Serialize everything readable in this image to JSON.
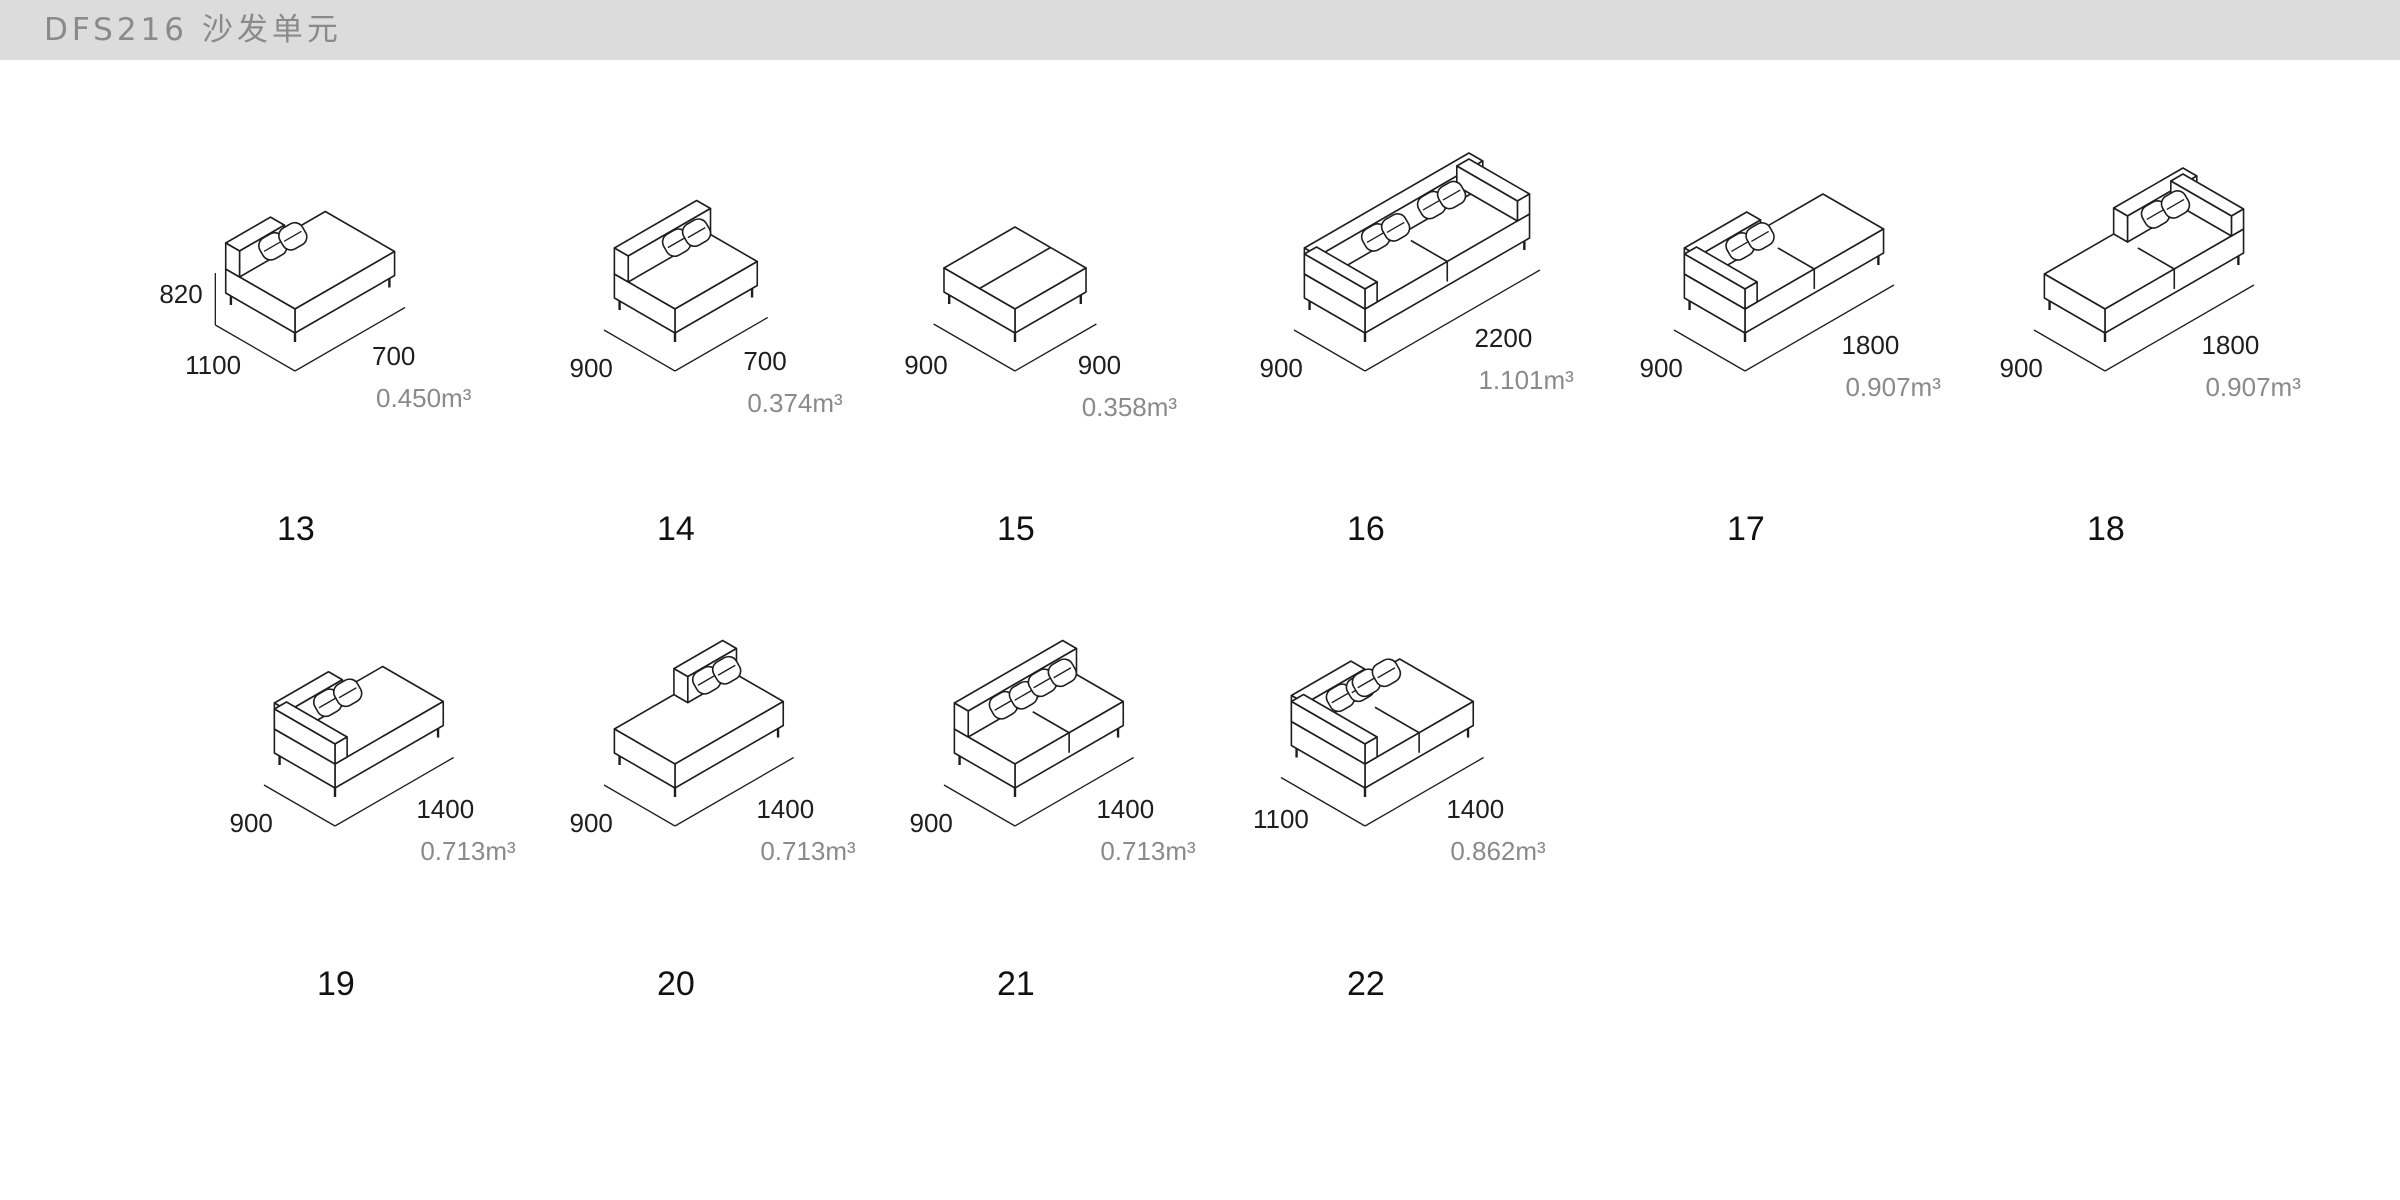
{
  "header": {
    "title": "DFS216 沙发单元"
  },
  "colors": {
    "header_bg": "#dcdcdc",
    "header_text": "#8a8a8a",
    "line": "#1e1e1e",
    "volume_text": "#8a8a8a"
  },
  "units": [
    {
      "number": "13",
      "height": "820",
      "depth": "1100",
      "width": "700",
      "volume": "0.450m³",
      "drawing": "chaise-armless-back"
    },
    {
      "number": "14",
      "depth": "900",
      "width": "700",
      "volume": "0.374m³",
      "drawing": "single-seat-armless"
    },
    {
      "number": "15",
      "depth": "900",
      "width": "900",
      "volume": "0.358m³",
      "drawing": "ottoman"
    },
    {
      "number": "16",
      "depth": "900",
      "width": "2200",
      "volume": "1.101m³",
      "drawing": "two-seat-with-arms"
    },
    {
      "number": "17",
      "depth": "900",
      "width": "1800",
      "volume": "0.907m³",
      "drawing": "two-seat-left-arm"
    },
    {
      "number": "18",
      "depth": "900",
      "width": "1800",
      "volume": "0.907m³",
      "drawing": "two-seat-right-arm"
    },
    {
      "number": "19",
      "depth": "900",
      "width": "1400",
      "volume": "0.713m³",
      "drawing": "chaise-left-arm"
    },
    {
      "number": "20",
      "depth": "900",
      "width": "1400",
      "volume": "0.713m³",
      "drawing": "chaise-armless"
    },
    {
      "number": "21",
      "depth": "900",
      "width": "1400",
      "volume": "0.713m³",
      "drawing": "two-cushion-armless"
    },
    {
      "number": "22",
      "depth": "1100",
      "width": "1400",
      "volume": "0.862m³",
      "drawing": "deep-two-cushion-left-arm"
    }
  ]
}
